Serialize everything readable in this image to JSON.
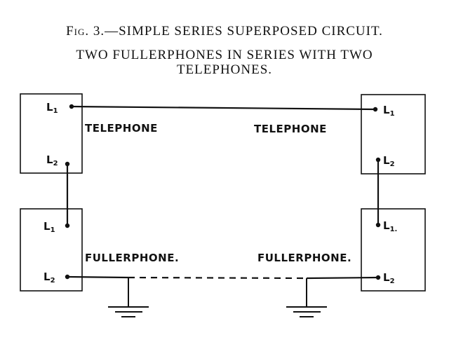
{
  "caption": {
    "fig_prefix": "Fig. 3.",
    "title": "—SIMPLE SERIES SUPERPOSED CIRCUIT.",
    "subtitle": "TWO FULLERPHONES IN SERIES WITH TWO TELEPHONES."
  },
  "devices": {
    "left_telephone": {
      "label": "TELEPHONE",
      "terminals": [
        {
          "main": "L",
          "sub": "1"
        },
        {
          "main": "L",
          "sub": "2"
        }
      ]
    },
    "right_telephone": {
      "label": "TELEPHONE",
      "terminals": [
        {
          "main": "L",
          "sub": "1"
        },
        {
          "main": "L",
          "sub": "2"
        }
      ]
    },
    "left_fullerphone": {
      "label": "FULLERPHONE.",
      "terminals": [
        {
          "main": "L",
          "sub": "1"
        },
        {
          "main": "L",
          "sub": "2"
        }
      ]
    },
    "right_fullerphone": {
      "label": "FULLERPHONE.",
      "terminals": [
        {
          "main": "L",
          "sub": "1."
        },
        {
          "main": "L",
          "sub": "2"
        }
      ]
    }
  },
  "colors": {
    "ink": "#111111",
    "background": "#ffffff"
  }
}
